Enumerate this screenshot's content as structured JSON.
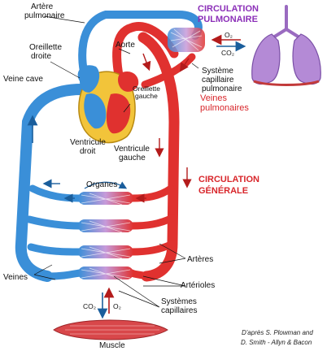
{
  "headings": {
    "pulmonary_line1": "CIRCULATION",
    "pulmonary_line2": "PULMONAIRE",
    "systemic_line1": "CIRCULATION",
    "systemic_line2": "GÉNÉRALE"
  },
  "labels": {
    "arteria_pulm_1": "Artère",
    "arteria_pulm_2": "pulmonaire",
    "aorte": "Aorte",
    "oreillette_droite_1": "Oreillette",
    "oreillette_droite_2": "droite",
    "veine_cave": "Veine cave",
    "oreillette_gauche_1": "Oreillette",
    "oreillette_gauche_2": "gauche",
    "ventricule_droit_1": "Ventricule",
    "ventricule_droit_2": "droit",
    "ventricule_gauche_1": "Ventricule",
    "ventricule_gauche_2": "gauche",
    "systeme_capillaire_1": "Système",
    "systeme_capillaire_2": "capillaire",
    "systeme_capillaire_3": "pulmonaire",
    "veines_pulm_1": "Veines",
    "veines_pulm_2": "pulmonaires",
    "organes": "Organes",
    "arteres": "Artères",
    "veines": "Veines",
    "arterioles": "Artérioles",
    "systemes_capillaires_1": "Systèmes",
    "systemes_capillaires_2": "capillaires",
    "muscle": "Muscle"
  },
  "gas": {
    "o2_top": "O₂",
    "co2_top": "CO₂",
    "co2_bottom": "CO₂",
    "o2_bottom": "O₂"
  },
  "credit": {
    "line1": "D'après S. Plowman and",
    "line2": "D. Smith - Allyn & Bacon"
  },
  "colors": {
    "venous_blue": "#3a8fd8",
    "arterial_red": "#e0312f",
    "heart_yellow": "#f2c43a",
    "lung_purple": "#b48ad6",
    "muscle_red": "#d8474a",
    "pulmonary_heading": "#8b2fb8",
    "systemic_heading": "#d8262b"
  }
}
